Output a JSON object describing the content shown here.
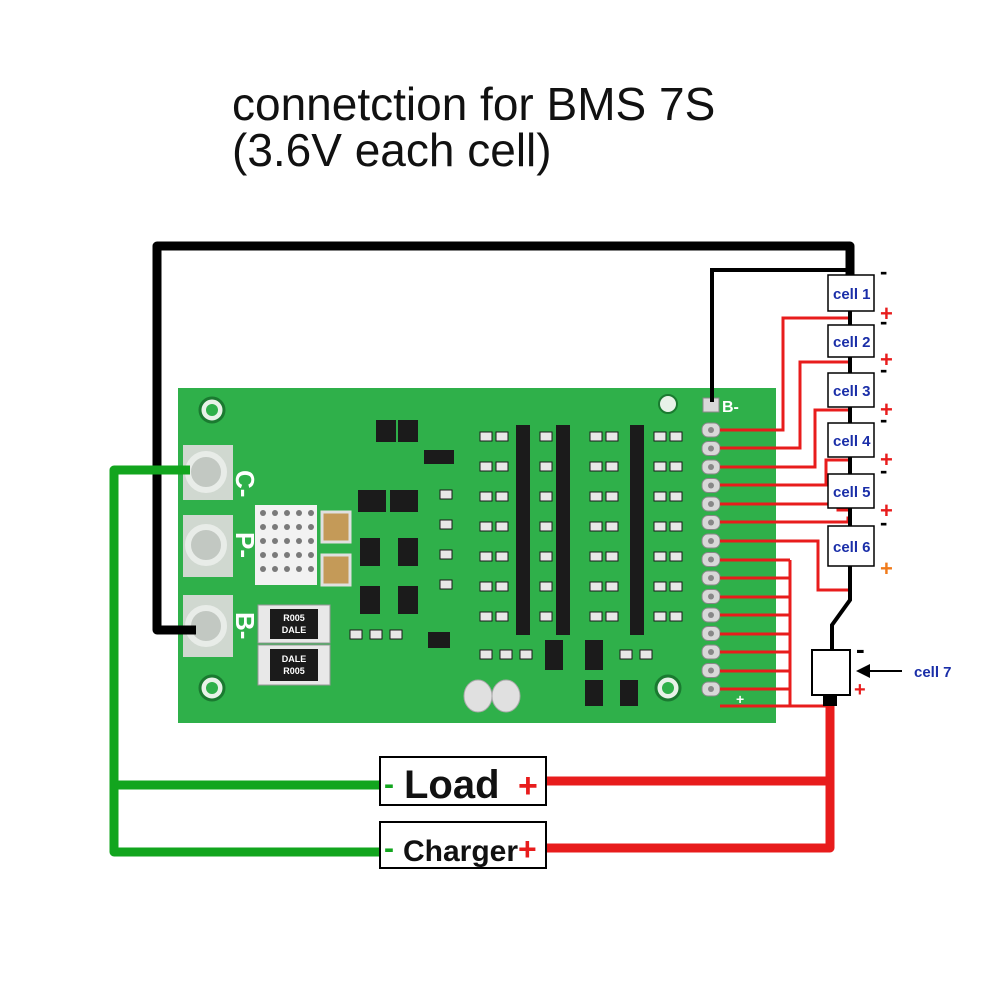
{
  "title": {
    "line1": "connetction for BMS 7S",
    "line2": "(3.6V each cell)"
  },
  "board": {
    "pad_c": "C-",
    "pad_p": "P-",
    "pad_b": "B-",
    "header_b": "B-",
    "header_plus": "+",
    "resistor1_line1": "R005",
    "resistor1_line2": "DALE",
    "resistor2_line1": "DALE",
    "resistor2_line2": "R005"
  },
  "cells": [
    {
      "label": "cell 1",
      "minus": "-",
      "plus": "+"
    },
    {
      "label": "cell 2",
      "minus": "-",
      "plus": "+"
    },
    {
      "label": "cell 3",
      "minus": "-",
      "plus": "+"
    },
    {
      "label": "cell 4",
      "minus": "-",
      "plus": "+"
    },
    {
      "label": "cell 5",
      "minus": "-",
      "plus": "+"
    },
    {
      "label": "cell 6",
      "minus": "-",
      "plus": "+"
    }
  ],
  "cell7": {
    "label": "cell 7",
    "minus": "-",
    "plus": "+"
  },
  "load": {
    "label": "Load",
    "minus": "-",
    "plus": "+"
  },
  "charger": {
    "label": "Charger",
    "minus": "-",
    "plus": "+"
  },
  "colors": {
    "pcb": "#2fb04a",
    "wire_black": "#000000",
    "wire_red": "#e81c1c",
    "wire_green": "#12a51e",
    "cell_label": "#1a2ea8",
    "cell6_plus": "#f07a1a"
  }
}
